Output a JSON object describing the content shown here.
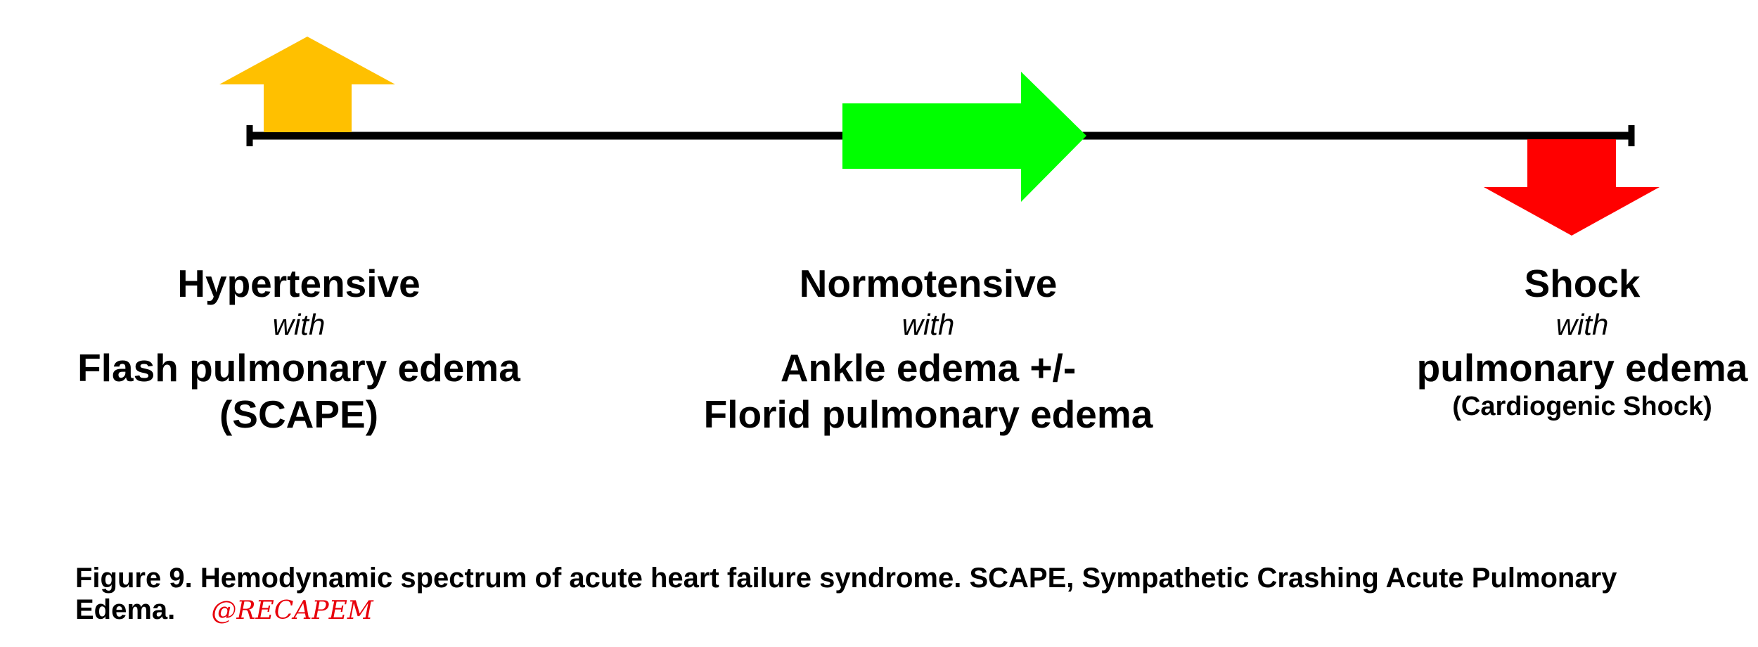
{
  "diagram": {
    "colors": {
      "line": "#000000",
      "up_arrow": "#ffc000",
      "right_arrow": "#00ff00",
      "down_arrow": "#ff0000",
      "watermark": "#e8000b"
    },
    "icons": [
      "up-arrow-icon",
      "right-arrow-icon",
      "down-arrow-icon"
    ],
    "states": [
      {
        "state": "Hypertensive",
        "with": "with",
        "description_lines": [
          "Flash pulmonary edema",
          "(SCAPE)"
        ]
      },
      {
        "state": "Normotensive",
        "with": "with",
        "description_lines": [
          "Ankle edema +/-",
          "Florid pulmonary edema"
        ]
      },
      {
        "state": "Shock",
        "with": "with",
        "description_lines": [
          "pulmonary edema"
        ],
        "sub": "(Cardiogenic Shock)"
      }
    ]
  },
  "caption": {
    "text": "Figure 9. Hemodynamic spectrum of acute heart failure syndrome. SCAPE, Sympathetic Crashing Acute Pulmonary Edema.",
    "watermark": "@RECAPEM"
  }
}
